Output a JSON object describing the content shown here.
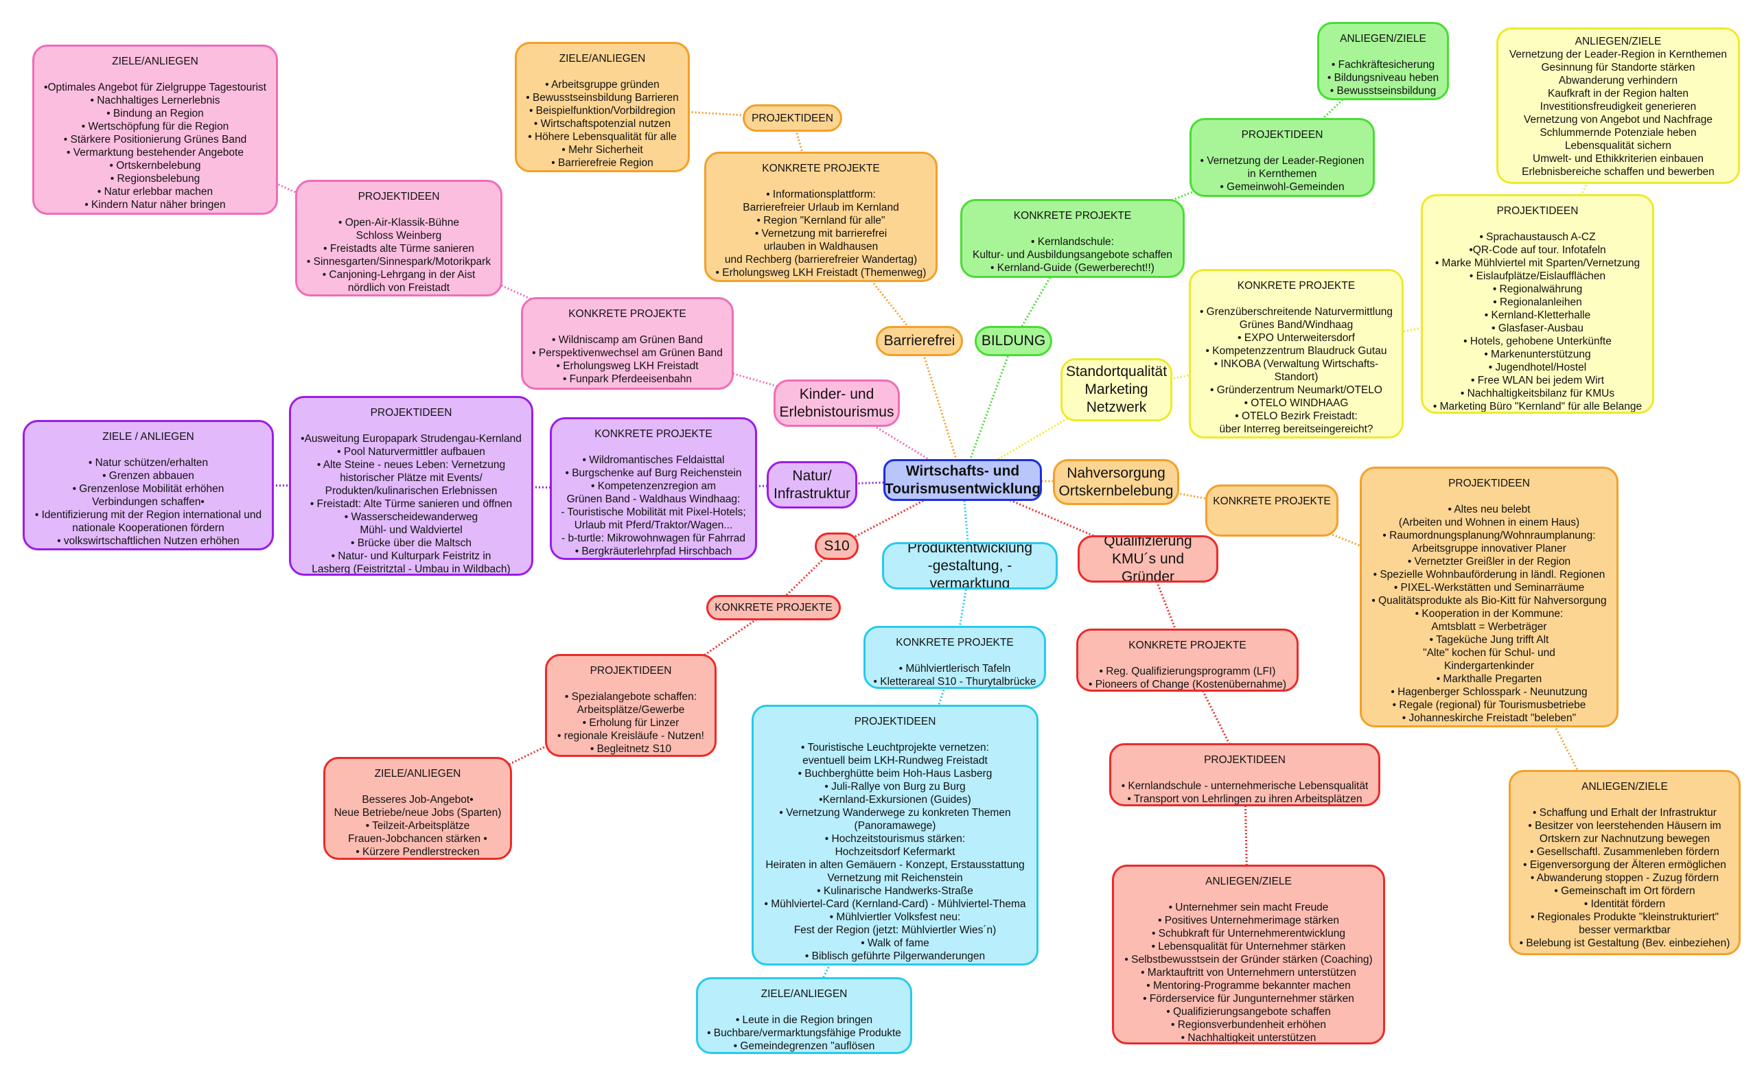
{
  "mindmap": {
    "center": "Wirtschafts- und\nTourismusentwicklung",
    "branches": {
      "kinder": {
        "hub": "Kinder- und\nErlebnistourismus",
        "konkret": "KONKRETE PROJEKTE\n\n• Wildniscamp am Grünen Band\n• Perspektivenwechsel am Grünen Band\n• Erholungsweg LKH Freistadt\n• Funpark Pferdeeisenbahn",
        "ideen": "PROJEKTIDEEN\n\n• Open-Air-Klassik-Bühne\nSchloss Weinberg\n• Freistadts alte Türme sanieren\n• Sinnesgarten/Sinnespark/Motorikpark\n• Canjoning-Lehrgang in der Aist\nnördlich von Freistadt",
        "ziele": "ZIELE/ANLIEGEN\n\n•Optimales Angebot für Zielgruppe Tagestourist\n• Nachhaltiges Lernerlebnis\n• Bindung an Region\n• Wertschöpfung für die Region\n• Stärkere Positionierung Grünes Band\n• Vermarktung bestehender Angebote\n• Ortskernbelebung\n• Regionsbelebung\n• Natur erlebbar machen\n• Kindern Natur näher bringen"
      },
      "barrierefrei": {
        "hub": "Barrierefrei",
        "konkret": "KONKRETE PROJEKTE\n\n• Informationsplattform:\nBarrierefreier Urlaub im Kernland\n• Region \"Kernland für alle\"\n• Vernetzung mit barrierefrei\nurlauben in Waldhausen\nund Rechberg (barrierefreier Wandertag)\n• Erholungsweg LKH Freistadt (Themenweg)",
        "ideen": "PROJEKTIDEEN",
        "ziele": "ZIELE/ANLIEGEN\n\n• Arbeitsgruppe gründen\n• Bewusstseinsbildung Barrieren\n• Beispielfunktion/Vorbildregion\n• Wirtschaftspotenzial nutzen\n• Höhere Lebensqualität für alle\n• Mehr Sicherheit\n• Barrierefreie Region"
      },
      "bildung": {
        "hub": "BILDUNG",
        "konkret": "KONKRETE PROJEKTE\n\n• Kernlandschule:\nKultur- und Ausbildungsangebote schaffen\n• Kernland-Guide (Gewerberecht!!)",
        "ideen": "PROJEKTIDEEN\n\n• Vernetzung der Leader-Regionen\nin Kernthemen\n• Gemeinwohl-Gemeinden",
        "ziele": "ANLIEGEN/ZIELE\n\n• Fachkräftesicherung\n• Bildungsniveau heben\n• Bewusstseinsbildung"
      },
      "standort": {
        "hub": "Standortqualität\nMarketing\nNetzwerk",
        "konkret": "KONKRETE PROJEKTE\n\n• Grenzüberschreitende Naturvermittlung\nGrünes Band/Windhaag\n• EXPO Unterweitersdorf\n• Kompetenzzentrum Blaudruck Gutau\n• INKOBA (Verwaltung Wirtschafts-\nStandort)\n• Gründerzentrum Neumarkt/OTELO\n• OTELO WINDHAAG\n• OTELO Bezirk Freistadt:\nüber Interreg bereitseingereicht?",
        "ideen": "PROJEKTIDEEN\n\n• Sprachaustausch A-CZ\n•QR-Code auf tour. Infotafeln\n• Marke Mühlviertel mit Sparten/Vernetzung\n• Eislaufplätze/Eislaufflächen\n• Regionalwährung\n• Regionalanleihen\n• Kernland-Kletterhalle\n• Glasfaser-Ausbau\n• Hotels, gehobene Unterkünfte\n• Markenunterstützung\n• Jugendhotel/Hostel\n• Free WLAN bei jedem Wirt\n• Nachhaltigkeitsbilanz für KMUs\n• Marketing Büro \"Kernland\" für alle Belange",
        "ziele": "ANLIEGEN/ZIELE\nVernetzung der Leader-Region in Kernthemen\nGesinnung für Standorte stärken\nAbwanderung verhindern\nKaufkraft in der Region halten\nInvestitionsfreudigkeit generieren\nVernetzung von Angebot und Nachfrage\nSchlummernde Potenziale heben\nLebensqualität sichern\nUmwelt- und Ethikkriterien einbauen\nErlebnisbereiche schaffen und bewerben"
      },
      "nahversorgung": {
        "hub": "Nahversorgung\nOrtskernbelebung",
        "konkret": "KONKRETE PROJEKTE",
        "ideen": "PROJEKTIDEEN\n\n• Altes neu belebt\n(Arbeiten und Wohnen in einem Haus)\n• Raumordnungsplanung/Wohnraumplanung:\nArbeitsgruppe innovativer Planer\n• Vernetzter Greißler in der Region\n• Spezielle Wohnbauförderung in ländl. Regionen\n• PIXEL-Werkstätten und Seminarräume\n• Qualitätsprodukte als Bio-Kitt für Nahversorgung\n• Kooperation in der Kommune:\nAmtsblatt = Werbeträger\n• Tageküche Jung trifft Alt\n\"Alte\" kochen für Schul- und\nKindergartenkinder\n• Markthalle Pregarten\n• Hagenberger Schlosspark - Neunutzung\n• Regale (regional) für Tourismusbetriebe\n• Johanneskirche Freistadt \"beleben\"",
        "ziele": "ANLIEGEN/ZIELE\n\n• Schaffung und Erhalt der Infrastruktur\n• Besitzer von leerstehenden Häusern im\nOrtskern zur Nachnutzung bewegen\n• Gesellschaftl. Zusammenleben fördern\n• Eigenversorgung der Älteren ermöglichen\n• Abwanderung stoppen - Zuzug fördern\n• Gemeinschaft im Ort fördern\n• Identität fördern\n• Regionales Produkte \"kleinstrukturiert\"\nbesser vermarktbar\n• Belebung ist Gestaltung (Bev. einbeziehen)"
      },
      "qualifizierung": {
        "hub": "Qualifizierung\nKMU´s und Gründer",
        "konkret": "KONKRETE PROJEKTE\n\n• Reg. Qualifizierungsprogramm (LFI)\n• Pioneers of Change (Kostenübernahme)",
        "ideen": "PROJEKTIDEEN\n\n• Kernlandschule - unternehmerische Lebensqualität\n• Transport von Lehrlingen zu ihren Arbeitsplätzen",
        "ziele": "ANLIEGEN/ZIELE\n\n• Unternehmer sein macht Freude\n• Positives Unternehmerimage stärken\n• Schubkraft für Unternehmerentwicklung\n• Lebensqualität für Unternehmer stärken\n• Selbstbewusstsein der Gründer stärken (Coaching)\n• Marktauftritt von Unternehmern unterstützen\n• Mentoring-Programme bekannter machen\n• Förderservice für Jungunternehmer stärken\n• Qualifizierungsangebote schaffen\n• Regionsverbundenheit erhöhen\n• Nachhaltigkeit unterstützen"
      },
      "produkt": {
        "hub": "Produktentwicklung\n-gestaltung, - vermarktung",
        "konkret": "KONKRETE PROJEKTE\n\n• Mühlviertlerisch Tafeln\n• Kletterareal S10 - Thurytalbrücke",
        "ideen": "PROJEKTIDEEN\n\n• Touristische Leuchtprojekte vernetzen:\neventuell beim LKH-Rundweg Freistadt\n• Buchberghütte beim Hoh-Haus Lasberg\n• Juli-Rallye von Burg zu Burg\n•Kernland-Exkursionen (Guides)\n• Vernetzung Wanderwege zu konkreten Themen\n(Panoramawege)\n• Hochzeitstourismus stärken:\nHochzeitsdorf Kefermarkt\nHeiraten in alten Gemäuern - Konzept, Erstausstattung\nVernetzung mit Reichenstein\n• Kulinarische Handwerks-Straße\n• Mühlviertel-Card (Kernland-Card) - Mühlviertel-Thema\n• Mühlviertler Volksfest neu:\nFest der Region (jetzt: Mühlviertler Wies´n)\n• Walk of fame\n• Biblisch geführte Pilgerwanderungen",
        "ziele": "ZIELE/ANLIEGEN\n\n• Leute in die Region bringen\n• Buchbare/vermarktungsfähige Produkte\n• Gemeindegrenzen \"auflösen"
      },
      "s10": {
        "hub": "S10",
        "konkret": "KONKRETE PROJEKTE",
        "ideen": "PROJEKTIDEEN\n\n• Spezialangebote schaffen:\nArbeitsplätze/Gewerbe\n• Erholung für Linzer\n• regionale Kreisläufe  - Nutzen!\n• Begleitnetz S10",
        "ziele": "ZIELE/ANLIEGEN\n\nBesseres Job-Angebot•\nNeue Betriebe/neue Jobs (Sparten)\n• Teilzeit-Arbeitsplätze\nFrauen-Jobchancen stärken •\n• Kürzere Pendlerstrecken"
      },
      "natur": {
        "hub": "Natur/\nInfrastruktur",
        "konkret": "KONKRETE PROJEKTE\n\n• Wildromantisches Feldaisttal\n• Burgschenke auf Burg Reichenstein\n• Kompetenzenzregion am\nGrünen Band - Waldhaus Windhaag:\n- Touristische Mobilität mit Pixel-Hotels;\nUrlaub mit Pferd/Traktor/Wagen...\n- b-turtle: Mikrowohnwagen für Fahrrad\n• Bergkräuterlehrpfad Hirschbach",
        "ideen": "PROJEKTIDEEN\n\n•Ausweitung Europapark Strudengau-Kernland\n• Pool Naturvermittler aufbauen\n• Alte Steine - neues Leben: Vernetzung\nhistorischer Plätze mit Events/\nProdukten/kulinarischen Erlebnissen\n• Freistadt: Alte Türme sanieren und öffnen\n• Wasserscheidewanderweg\nMühl- und Waldviertel\n• Brücke über die Maltsch\n• Natur- und Kulturpark Feistritz in\nLasberg (Feistritztal - Umbau in Wildbach)",
        "ziele": "ZIELE / ANLIEGEN\n\n• Natur schützen/erhalten\n• Grenzen abbauen\n• Grenzenlose Mobilität erhöhen\nVerbindungen schaffen•\n• Identifizierung mit der Region international und\nnationale Kooperationen fördern\n• volkswirtschaftlichen Nutzen erhöhen"
      }
    }
  },
  "colors": {
    "blue": "#1b2de0",
    "pink": "#f06cb8",
    "orange": "#f2a02a",
    "green": "#49dd34",
    "yellow": "#eeea2a",
    "purple": "#9a1de7",
    "red": "#ec2a2a",
    "cyan": "#28c9ec"
  }
}
